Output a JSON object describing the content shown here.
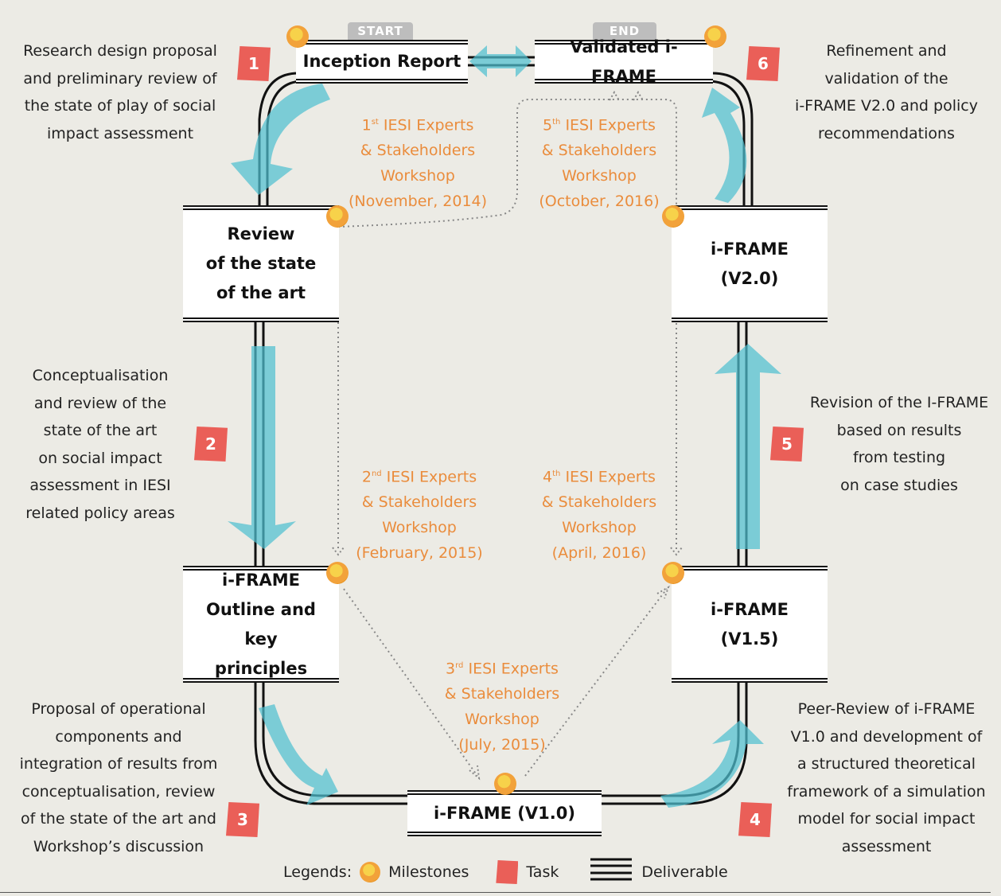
{
  "start_label": "START",
  "end_label": "END",
  "deliverables": {
    "inception": "Inception Report",
    "validated": "Validated i-FRAME",
    "review": "Review\nof the state\nof the art",
    "outline": "i-FRAME\nOutline and key\nprinciples",
    "v10": "i-FRAME (V1.0)",
    "v15": "i-FRAME\n(V1.5)",
    "v20": "i-FRAME\n(V2.0)"
  },
  "tasks": [
    {
      "number": "1",
      "text": "Research design proposal\nand preliminary review of\nthe state of play of social\nimpact assessment"
    },
    {
      "number": "2",
      "text": "Conceptualisation\nand review of the\nstate of the art\non social impact\nassessment in IESI\nrelated policy areas"
    },
    {
      "number": "3",
      "text": "Proposal of operational\ncomponents and\nintegration of results from\nconceptualisation, review\nof the state of the art and\nWorkshop’s discussion"
    },
    {
      "number": "4",
      "text": "Peer-Review of i-FRAME\nV1.0 and development of\na structured theoretical\nframework of a simulation\nmodel for social impact\nassessment"
    },
    {
      "number": "5",
      "text": "Revision of the I-FRAME\nbased on results\nfrom testing\non case studies"
    },
    {
      "number": "6",
      "text": "Refinement and\nvalidation of the\ni-FRAME V2.0 and policy\nrecommendations"
    }
  ],
  "workshops": [
    {
      "ordinal": "1",
      "suffix": "st",
      "title": "IESI Experts",
      "line2": "& Stakeholders",
      "line3": "Workshop",
      "date": "(November, 2014)"
    },
    {
      "ordinal": "2",
      "suffix": "nd",
      "title": "IESI Experts",
      "line2": "& Stakeholders",
      "line3": "Workshop",
      "date": "(February, 2015)"
    },
    {
      "ordinal": "3",
      "suffix": "rd",
      "title": "IESI Experts",
      "line2": "& Stakeholders",
      "line3": "Workshop",
      "date": "(July, 2015)"
    },
    {
      "ordinal": "4",
      "suffix": "th",
      "title": "IESI Experts",
      "line2": "& Stakeholders",
      "line3": "Workshop",
      "date": "(April, 2016)"
    },
    {
      "ordinal": "5",
      "suffix": "th",
      "title": "IESI Experts",
      "line2": "& Stakeholders",
      "line3": "Workshop",
      "date": "(October, 2016)"
    }
  ],
  "legend": {
    "prefix": "Legends:",
    "milestones": "Milestones",
    "task": "Task",
    "deliverable": "Deliverable"
  },
  "colors": {
    "background": "#ecebe5",
    "arrow": "#4fbfd0",
    "workshop_text": "#ea8c3c",
    "task_badge": "#ea5f58",
    "milestone": "#f2a23a"
  }
}
